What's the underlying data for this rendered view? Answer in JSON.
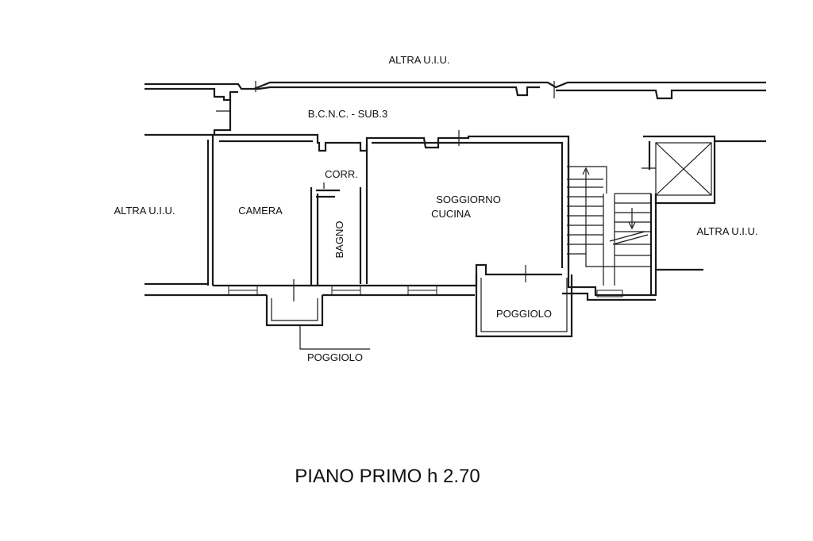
{
  "labels": {
    "altra_top": "ALTRA U.I.U.",
    "bcnc": "B.C.N.C. - SUB.3",
    "corr": "CORR.",
    "altra_left": "ALTRA U.I.U.",
    "camera": "CAMERA",
    "soggiorno": "SOGGIORNO",
    "cucina": "CUCINA",
    "bagno": "BAGNO",
    "altra_right": "ALTRA U.I.U.",
    "poggiolo_right": "POGGIOLO",
    "poggiolo_left": "POGGIOLO"
  },
  "title": "PIANO PRIMO h 2.70"
}
